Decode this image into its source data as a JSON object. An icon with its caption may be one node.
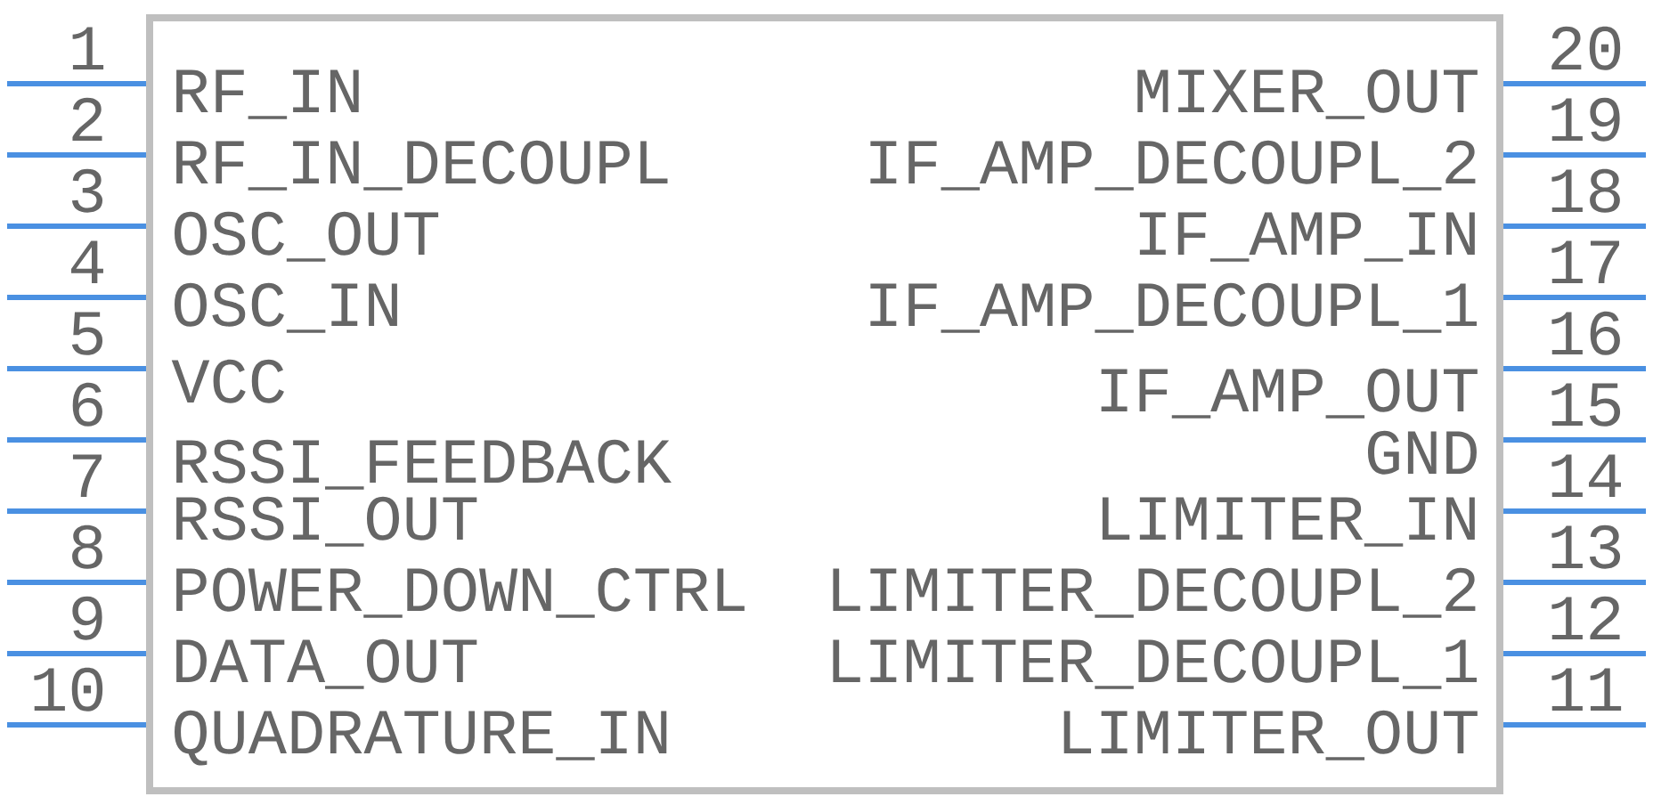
{
  "diagram": {
    "nodes": [
      {
        "text": [],
        "shape": "box"
      }
    ],
    "labels": [
      "1",
      "RF_IN",
      "MIXER_OUT",
      "20",
      "2",
      "RF_IN_DECOUPL",
      "IF_AMP_DECOUPL_2",
      "19",
      "3",
      "OSC_OUT",
      "IF_AMP_IN",
      "18",
      "4",
      "OSC_IN",
      "IF_AMP_DECOUPL_1",
      "17",
      "5",
      "VCC",
      "IF_AMP_OUT",
      "16",
      "6",
      "RSSI_FEEDBACK",
      "GND",
      "15",
      "7",
      "RSSI_OUT",
      "LIMITER_IN",
      "14",
      "8",
      "POWER_DOWN_CTRL",
      "LIMITER_DECOUPL_2",
      "13",
      "9",
      "DATA_OUT",
      "LIMITER_DECOUPL_1",
      "12",
      "10",
      "QUADRATURE_IN",
      "LIMITER_OUT",
      "11"
    ]
  }
}
